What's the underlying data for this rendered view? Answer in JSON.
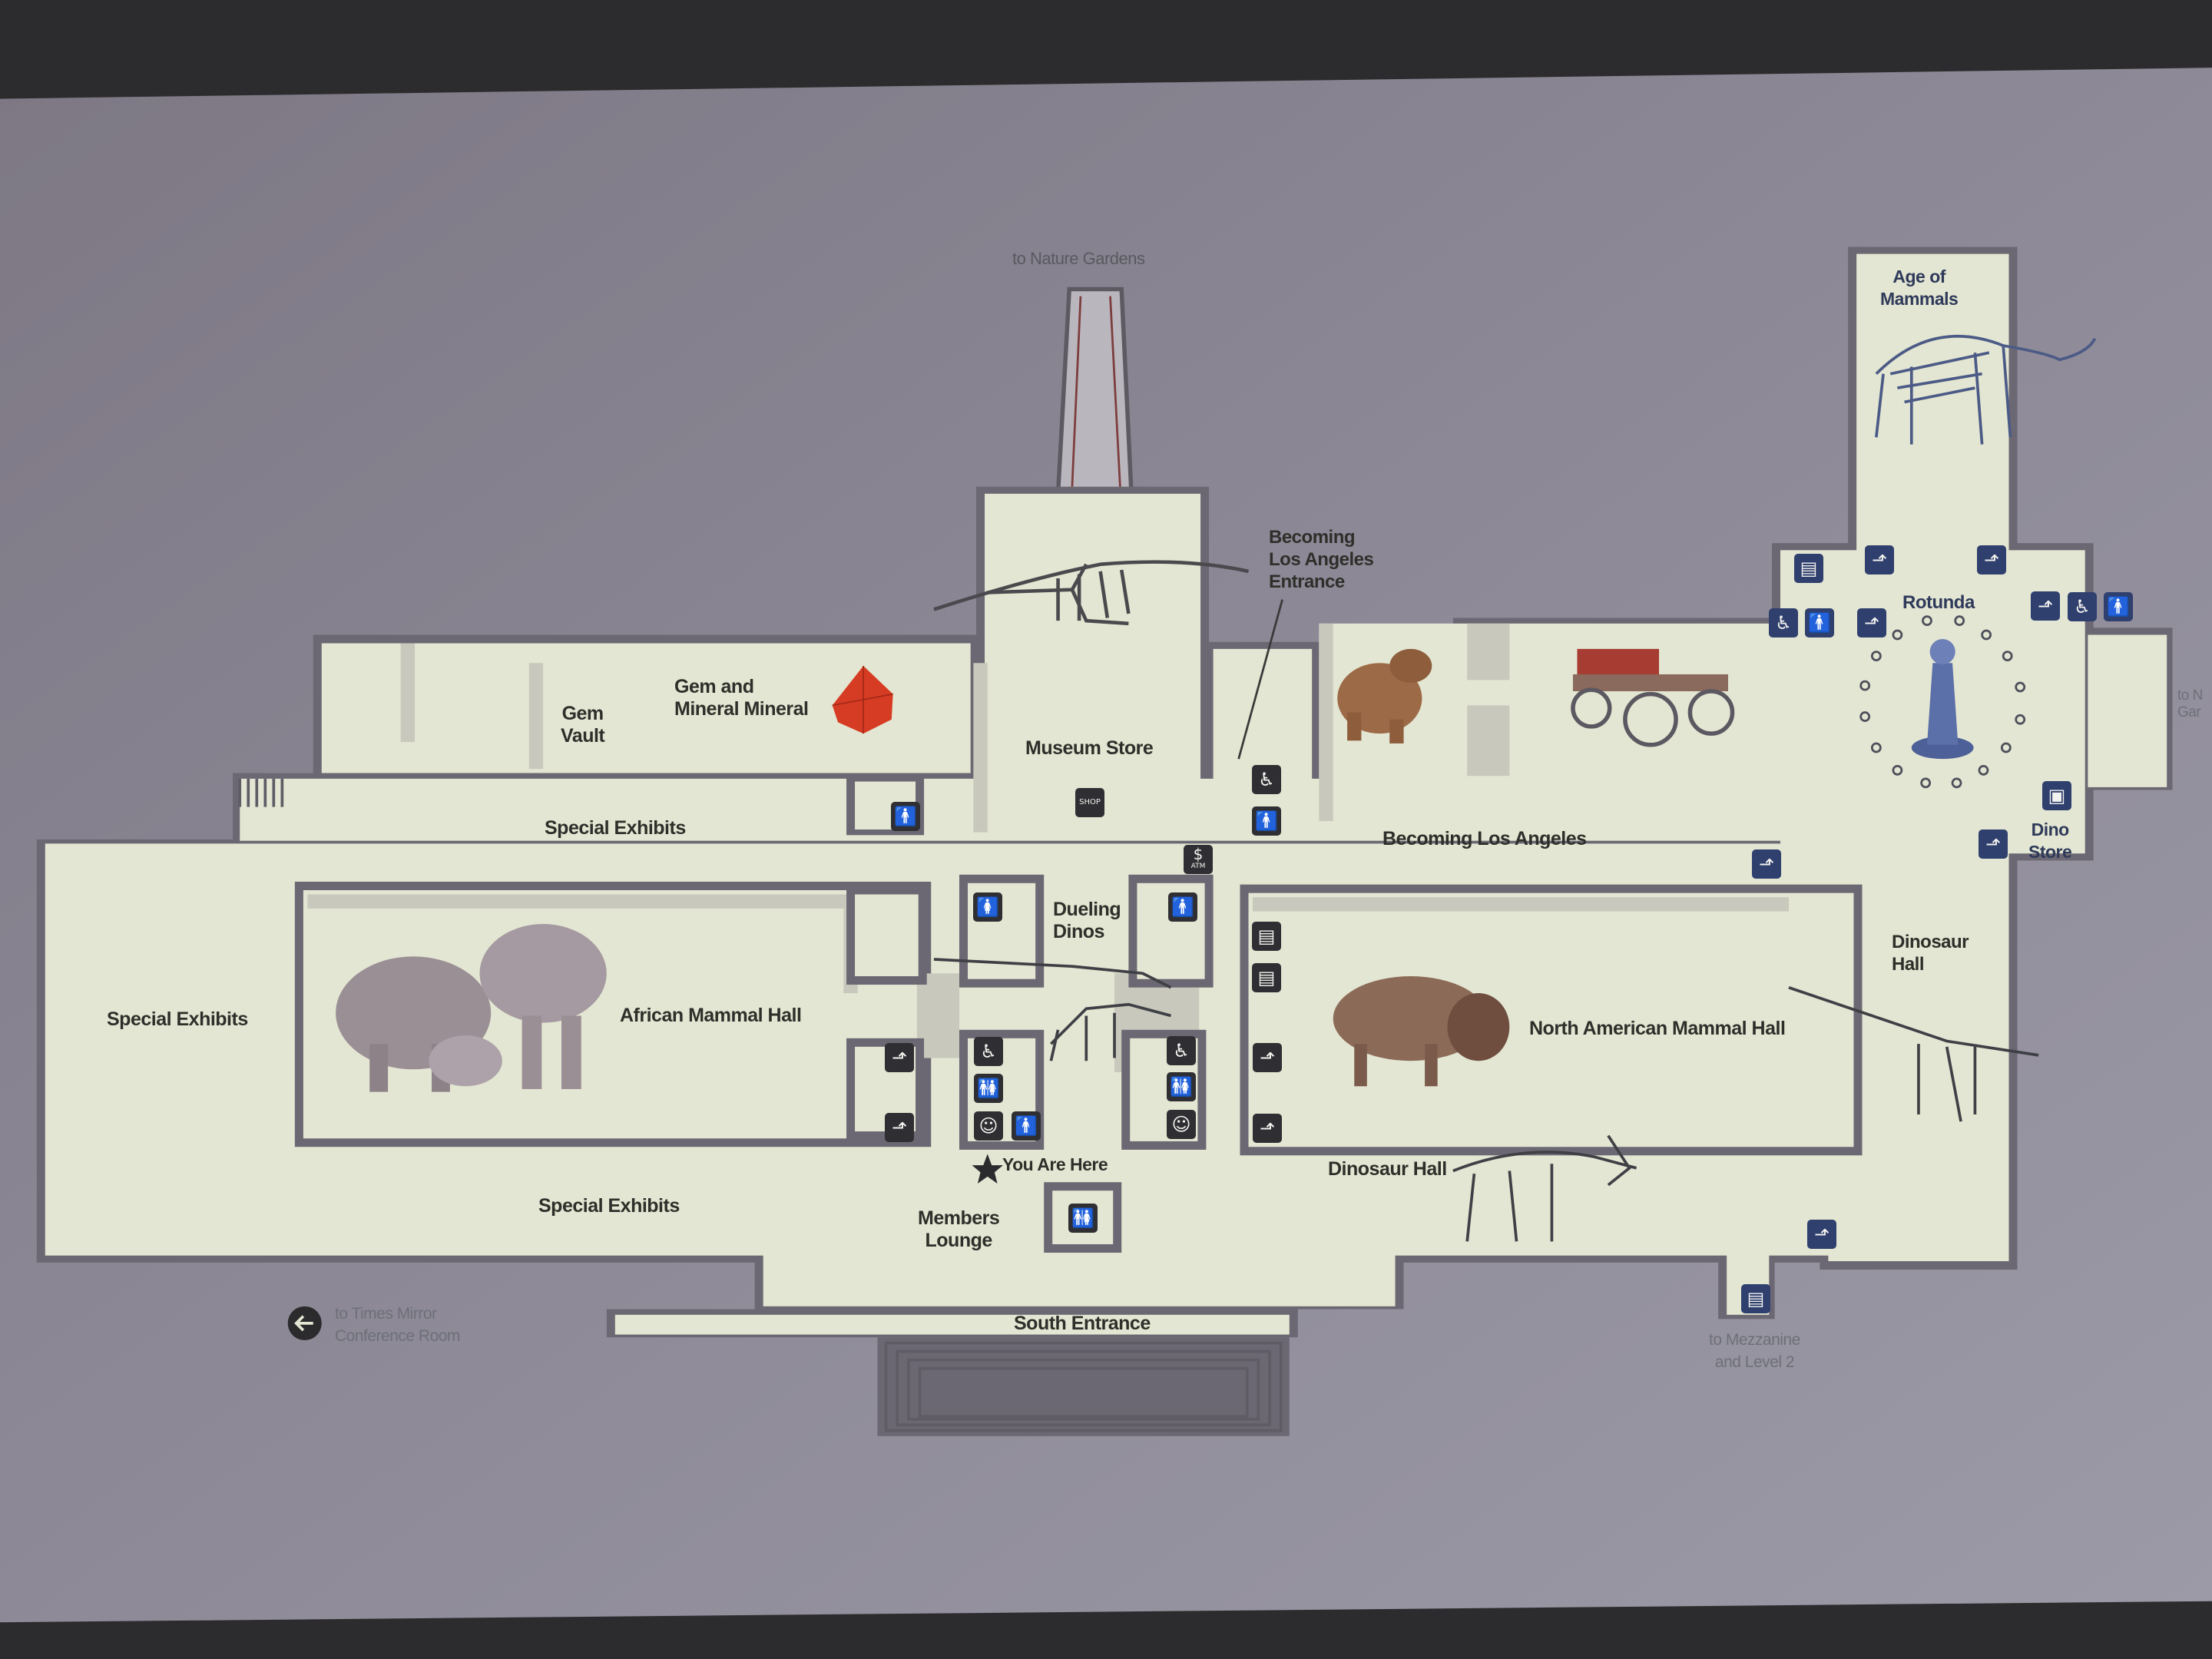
{
  "map": {
    "labels": {
      "to_nature_gardens": "to Nature Gardens",
      "becoming_la_entrance": [
        "Becoming",
        "Los Angeles",
        "Entrance"
      ],
      "age_of_mammals": [
        "Age of",
        "Mammals"
      ],
      "rotunda": "Rotunda",
      "gem_vault": [
        "Gem",
        "Vault"
      ],
      "gem_and_mineral": [
        "Gem and",
        "Mineral Mineral"
      ],
      "museum_store": "Museum Store",
      "special_exhibits_top": "Special Exhibits",
      "becoming_la": "Becoming Los Angeles",
      "dino_store": [
        "Dino",
        "Store"
      ],
      "dueling_dinos": [
        "Dueling",
        "Dinos"
      ],
      "dinosaur_hall_right": [
        "Dinosaur",
        "Hall"
      ],
      "special_exhibits_left": "Special Exhibits",
      "african_mammal_hall": "African Mammal Hall",
      "north_american_mammal_hall": "North American Mammal Hall",
      "you_are_here": "You Are Here",
      "dinosaur_hall_bottom": "Dinosaur Hall",
      "special_exhibits_bottom": "Special Exhibits",
      "members_lounge": [
        "Members",
        "Lounge"
      ],
      "south_entrance": "South Entrance",
      "to_times_mirror": [
        "to Times Mirror",
        "Conference Room"
      ],
      "to_mezzanine": [
        "to Mezzanine",
        "and Level 2"
      ],
      "to_nature_gardens_right": [
        "to N",
        "Gar"
      ]
    },
    "icons": {
      "shop": "SHOP",
      "atm": "$",
      "atm_sub": "ATM"
    },
    "colors": {
      "background": "#86828e",
      "floor": "#e3e6d2",
      "wall": "#6c6873",
      "stairs": "#2f3f6e"
    }
  }
}
